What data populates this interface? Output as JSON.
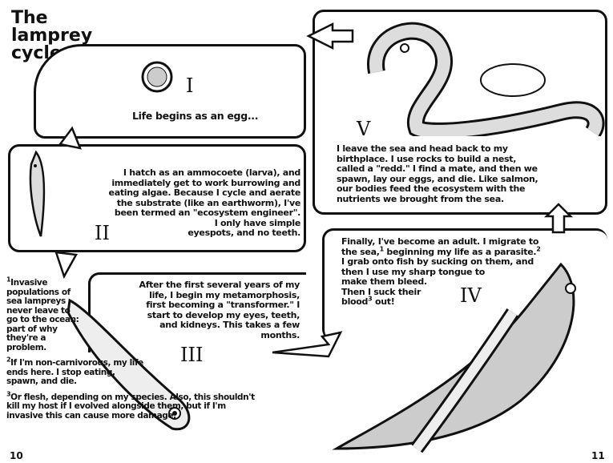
{
  "title": "The lamprey cycle",
  "panels": {
    "i": {
      "numeral": "I",
      "text": "Life begins as an egg..."
    },
    "ii": {
      "numeral": "II",
      "lines": [
        "I hatch as an ammocoete (larva), and",
        "immediately get to work burrowing and",
        "eating algae. Because I cycle and aerate",
        "the substrate (like an earthworm), I've",
        "been termed an \"ecosystem engineer\".",
        "I only have simple",
        "eyespots, and no teeth."
      ]
    },
    "iii": {
      "numeral": "III",
      "lines": [
        "After the first several years of my",
        "life, I begin my metamorphosis,",
        "first becoming a \"transformer.\" I",
        "start to develop my eyes, teeth,",
        "and kidneys. This takes a few",
        "months."
      ]
    },
    "iv": {
      "numeral": "IV",
      "l1": "Finally, I've become an adult. I migrate to",
      "l2a": "the sea,",
      "s1": "1",
      "l2b": " beginning my life as a parasite.",
      "s2": "2",
      "l3": "I grab onto fish by sucking on them, and",
      "l4": "then I use my sharp tongue to",
      "l5": "make them bleed.",
      "l6": "Then I suck their",
      "l7a": "blood",
      "s3": "3",
      "l7b": " out!"
    },
    "v": {
      "numeral": "V",
      "lines": [
        "I leave the sea and head back to my",
        "birthplace. I use rocks to build a nest,",
        "called a \"redd.\" I find a mate, and then we",
        "spawn, lay our eggs, and die. Like salmon,",
        "our bodies feed the ecosystem with the",
        "nutrients we brought from the sea."
      ]
    }
  },
  "footnotes": [
    {
      "mark": "1",
      "text": "Invasive populations of sea lampreys never leave to go to the ocean: part of why they're a problem."
    },
    {
      "mark": "2",
      "text": "If I'm non-carnivorous, my life ends here. I stop eating, spawn, and die."
    },
    {
      "mark": "3",
      "text": "Or flesh, depending on my species. Also, this shouldn't kill my host if I evolved alongside them, but if I'm invasive this can cause more damage."
    }
  ],
  "page_numbers": {
    "left": "10",
    "right": "11"
  }
}
